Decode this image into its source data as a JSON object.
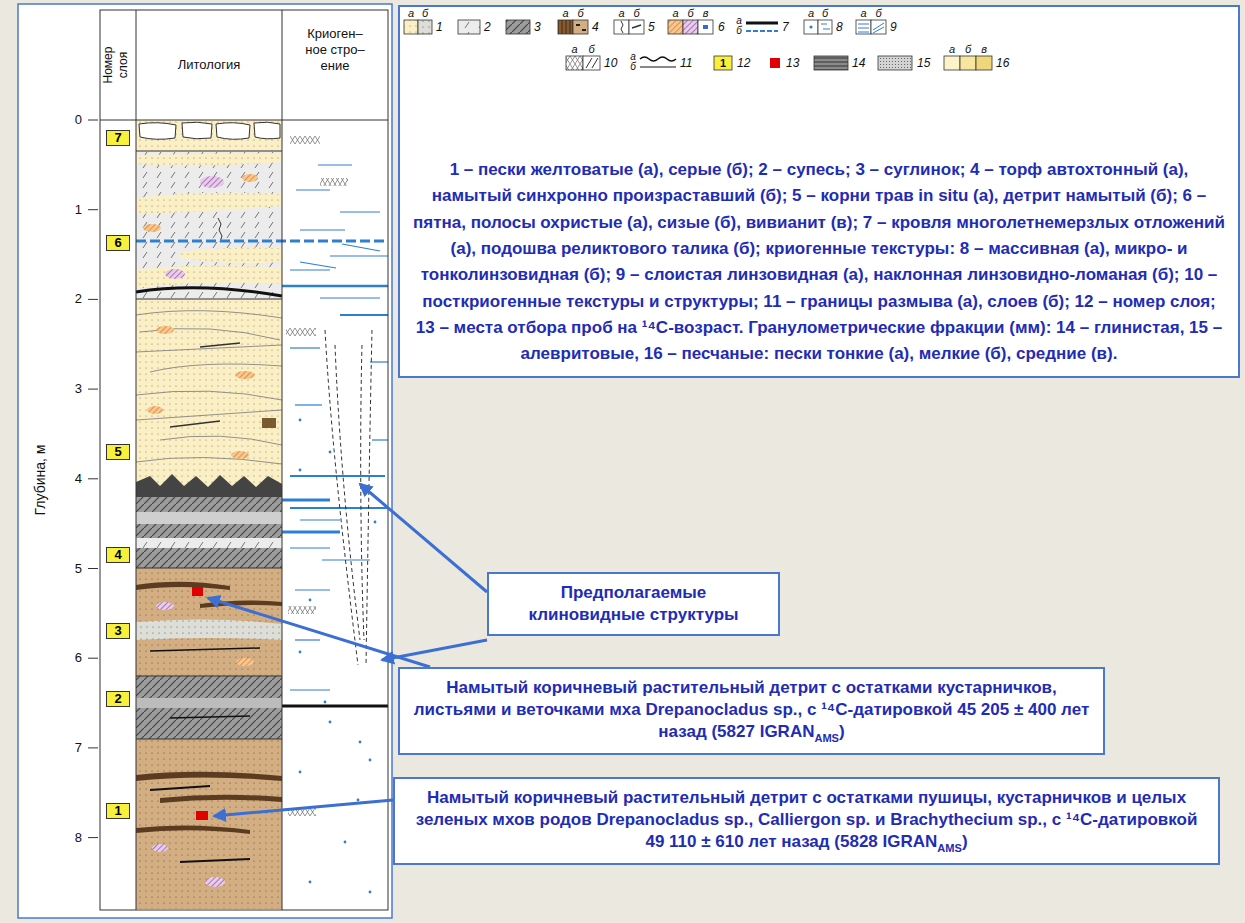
{
  "diagram": {
    "nodes": [
      {
        "text": [
          "7"
        ]
      },
      {
        "text": [
          "6"
        ]
      },
      {
        "text": [
          "5"
        ]
      },
      {
        "text": [
          "4"
        ]
      },
      {
        "text": [
          "3"
        ]
      },
      {
        "text": [
          "2"
        ]
      },
      {
        "text": [
          "1"
        ]
      },
      {
        "text": [
          "1 – пески желтоватые (а), серые (б); 2 – супесь; 3 – суглинок; 4 – торф автохтонный (а), намытый синхронно произраставший (б); 5 – корни трав in situ (а), детрит намытый (б); 6 – пятна, полосы охристые (а), сизые (б), вивианит (в); 7 – кровля многолетнемерзлых отложений (а), подошва реликтового талика (б); криогенные текстуры: 8 – массивная (а), микро- и тонколинзовидная (б); 9 – слоистая линзовидная (а), наклонная линзовидно-ломаная (б); 10 – посткриогенные текстуры и структуры; 11 – границы размыва (а), слоев (б); 12 – номер слоя; 13 – места отбора проб на ¹⁴С-возраст. Гранулометрические фракции (мм): 14 – глинистая, 15 – алевритовые, 16 – песчаные: пески тонкие (а), мелкие (б), средние (в)."
        ]
      },
      {
        "text": [
          "Предполагаемые клиновидные структуры"
        ]
      },
      {
        "text": [
          "Намытый коричневый растительный детрит с остатками кустарничков, листьями и веточками мха Drepanocladus sp., с ¹⁴С-датировкой 45 205 ± 400 лет назад (5827 IGRAN",
          "AMS",
          ")"
        ]
      },
      {
        "text": [
          "Намытый коричневый растительный детрит с остатками пушицы, кустарничков и целых зеленых мхов родов Drepanocladus sp., Calliergon sp. и Brachythecium sp., с ¹⁴С-датировкой 49 110 ± 610 лет назад (5828 IGRAN",
          "AMS",
          ")"
        ]
      }
    ],
    "labels": [
      "Номер слоя",
      "Литология",
      "Криоген– ное стро– ение",
      "Глубина, м",
      "0",
      "1",
      "2",
      "3",
      "4",
      "5",
      "6",
      "7",
      "8",
      "а",
      "б",
      "а",
      "б",
      "а",
      "б",
      "а",
      "б",
      "в",
      "а",
      "б",
      "а",
      "б",
      "а",
      "б",
      "а",
      "б",
      "а",
      "б",
      "а",
      "б",
      "в",
      "1"
    ],
    "legend": [
      {
        "text": "1"
      },
      {
        "text": "2"
      },
      {
        "text": "3"
      },
      {
        "text": "4"
      },
      {
        "text": "5"
      },
      {
        "text": "6"
      },
      {
        "text": "7"
      },
      {
        "text": "8"
      },
      {
        "text": "9"
      },
      {
        "text": "10"
      },
      {
        "text": "11"
      },
      {
        "text": "12"
      },
      {
        "text": "13"
      },
      {
        "text": "14"
      },
      {
        "text": "15"
      },
      {
        "text": "16"
      }
    ]
  }
}
